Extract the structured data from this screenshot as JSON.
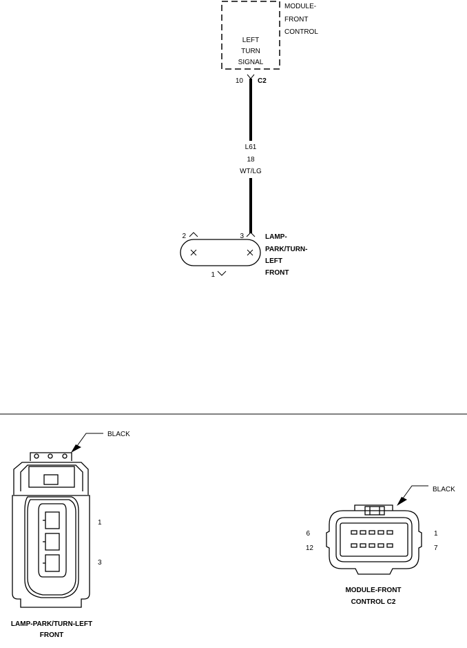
{
  "schematic": {
    "module_label_lines": [
      "MODULE-",
      "FRONT",
      "CONTROL"
    ],
    "signal_label_lines": [
      "LEFT",
      "TURN",
      "SIGNAL"
    ],
    "module_pin": "10",
    "module_connector": "C2",
    "wire_circuit": "L61",
    "wire_gauge": "18",
    "wire_color": "WT/LG",
    "lamp_pins": {
      "left_top": "2",
      "right_top": "3",
      "bottom": "1"
    },
    "lamp_label_lines": [
      "LAMP-",
      "PARK/TURN-",
      "LEFT",
      "FRONT"
    ]
  },
  "connector_views": {
    "lamp_connector": {
      "color_label": "BLACK",
      "pin_labels": {
        "top": "1",
        "bottom": "3"
      },
      "caption_lines": [
        "LAMP-PARK/TURN-LEFT",
        "FRONT"
      ]
    },
    "module_connector": {
      "color_label": "BLACK",
      "pin_labels": {
        "top_left": "6",
        "bottom_left": "12",
        "top_right": "1",
        "bottom_right": "7"
      },
      "caption_lines": [
        "MODULE-FRONT",
        "CONTROL C2"
      ]
    }
  },
  "colors": {
    "line": "#000000",
    "background": "#ffffff"
  }
}
